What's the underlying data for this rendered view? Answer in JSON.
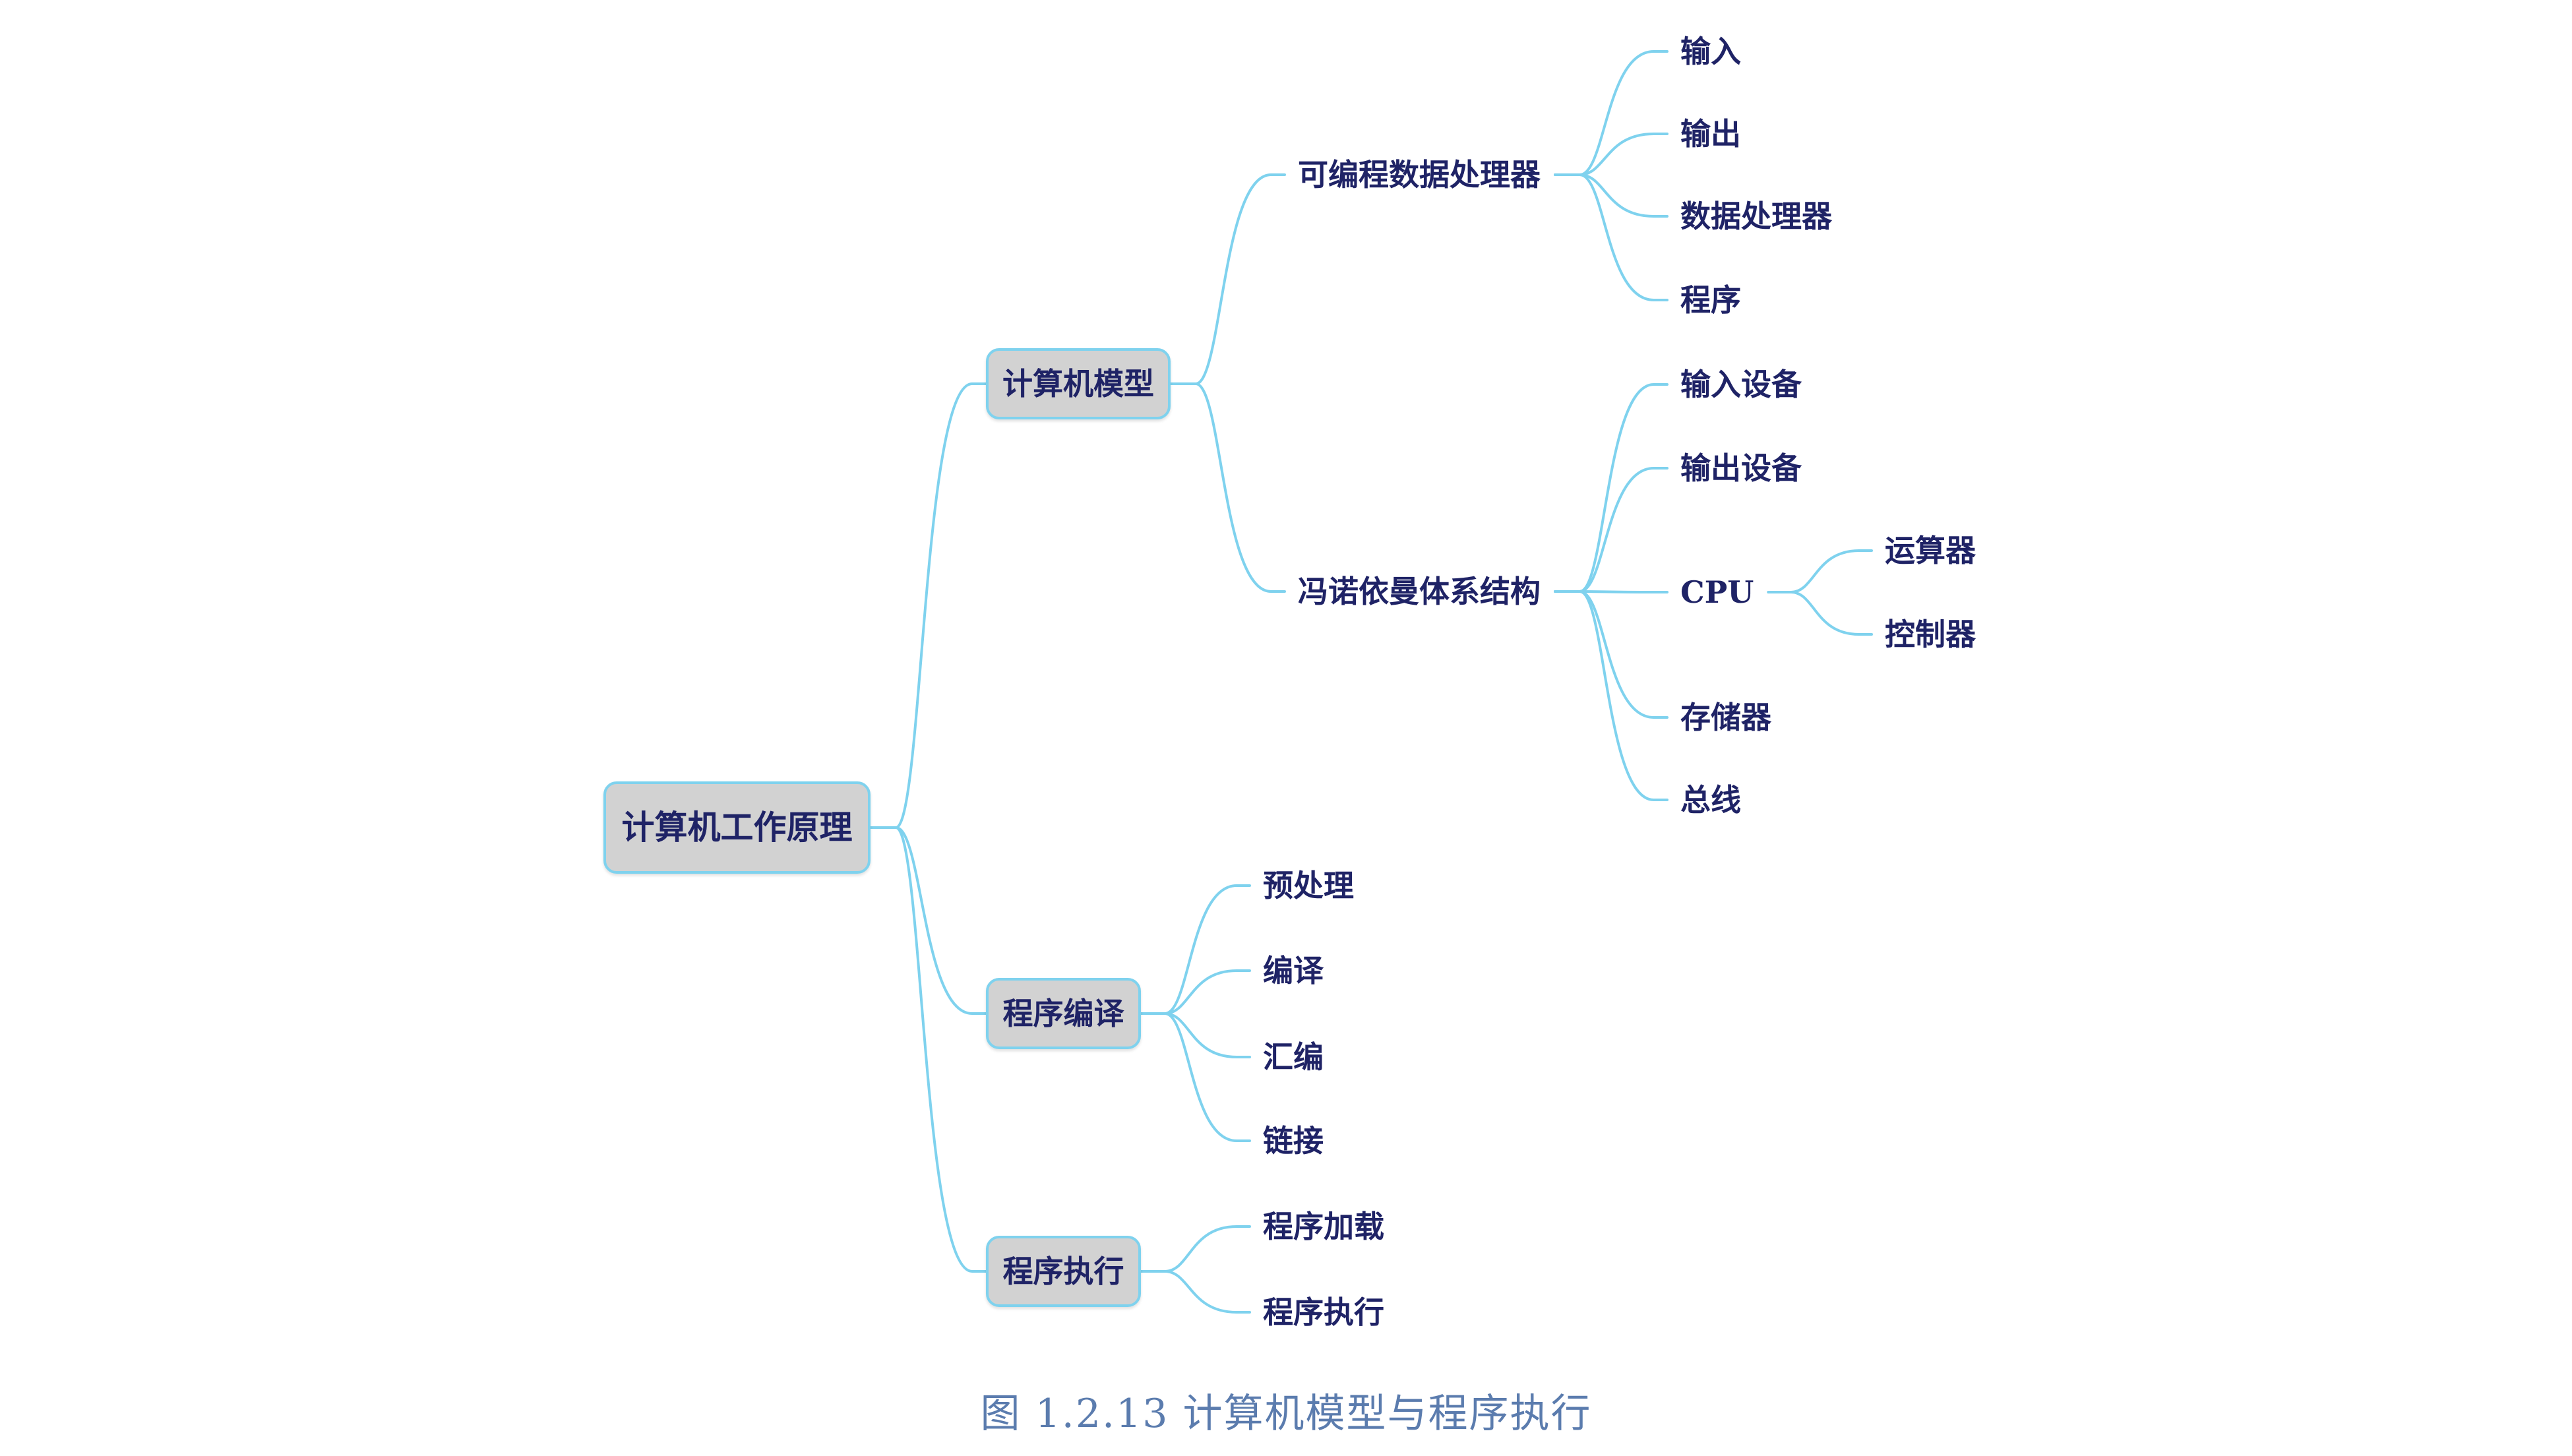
{
  "root": {
    "label": "计算机工作原理",
    "children": [
      {
        "label": "计算机模型",
        "children": [
          {
            "label": "可编程数据处理器",
            "children": [
              {
                "label": "输入"
              },
              {
                "label": "输出"
              },
              {
                "label": "数据处理器"
              },
              {
                "label": "程序"
              }
            ]
          },
          {
            "label": "冯诺依曼体系结构",
            "children": [
              {
                "label": "输入设备"
              },
              {
                "label": "输出设备"
              },
              {
                "label": "CPU",
                "children": [
                  {
                    "label": "运算器"
                  },
                  {
                    "label": "控制器"
                  }
                ]
              },
              {
                "label": "存储器"
              },
              {
                "label": "总线"
              }
            ]
          }
        ]
      },
      {
        "label": "程序编译",
        "children": [
          {
            "label": "预处理"
          },
          {
            "label": "编译"
          },
          {
            "label": "汇编"
          },
          {
            "label": "链接"
          }
        ]
      },
      {
        "label": "程序执行",
        "children": [
          {
            "label": "程序加载"
          },
          {
            "label": "程序执行"
          }
        ]
      }
    ]
  },
  "caption": "图 1.2.13 计算机模型与程序执行",
  "colors": {
    "connector": "#7fd2ee",
    "box_fill": "#d2d2d2",
    "text": "#1f2366",
    "caption": "#5b7cae"
  }
}
